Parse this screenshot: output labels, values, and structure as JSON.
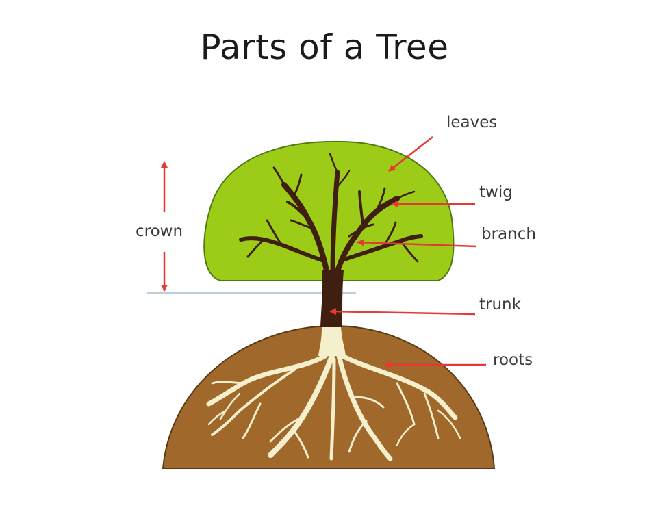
{
  "title": "Parts of a Tree",
  "labels": {
    "leaves": "leaves",
    "twig": "twig",
    "branch": "branch",
    "trunk": "trunk",
    "roots": "roots",
    "crown": "crown"
  },
  "colors": {
    "leaves": "#9ccc17",
    "leaves_outline": "#4f7a10",
    "wood": "#3e1f10",
    "soil": "#a0682a",
    "soil_outline": "#5a3a16",
    "roots": "#f4efcc",
    "arrow": "#e53935"
  }
}
